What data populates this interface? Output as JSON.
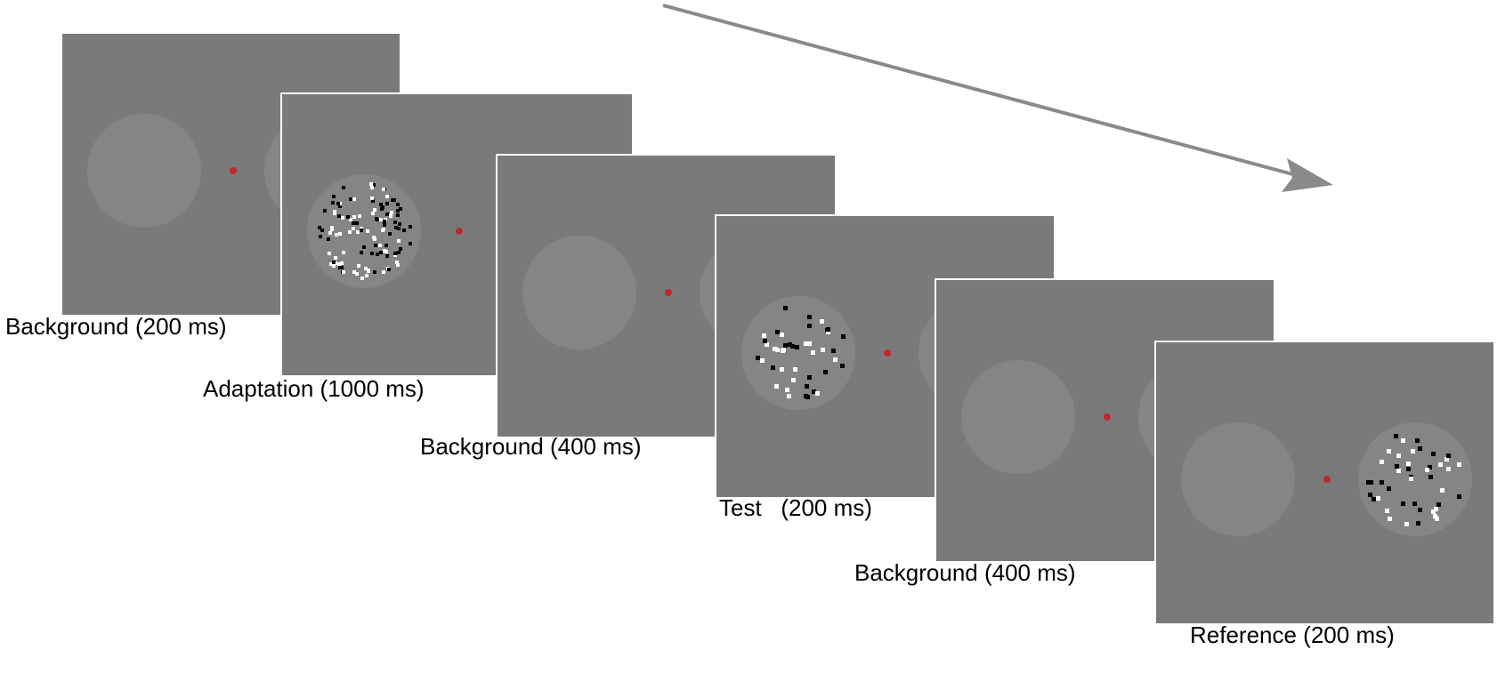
{
  "colors": {
    "frame": "#7a7a7a",
    "patch": "#858585",
    "fixation": "#c0282a",
    "dot_black": "#000000",
    "dot_white": "#ffffff",
    "arrow": "#8a8a8a"
  },
  "frames": [
    {
      "id": "background-1",
      "label": "Background (200 ms)",
      "dots": "none",
      "dot_density": 0
    },
    {
      "id": "adaptation",
      "label": "Adaptation (1000 ms)",
      "dots": "left",
      "dot_density": 120
    },
    {
      "id": "background-2",
      "label": "Background (400 ms)",
      "dots": "none",
      "dot_density": 0
    },
    {
      "id": "test",
      "label": "Test   (200 ms)",
      "dots": "left",
      "dot_density": 44
    },
    {
      "id": "background-3",
      "label": "Background (400 ms)",
      "dots": "none",
      "dot_density": 0
    },
    {
      "id": "reference",
      "label": "Reference (200 ms)",
      "dots": "right",
      "dot_density": 44
    }
  ]
}
